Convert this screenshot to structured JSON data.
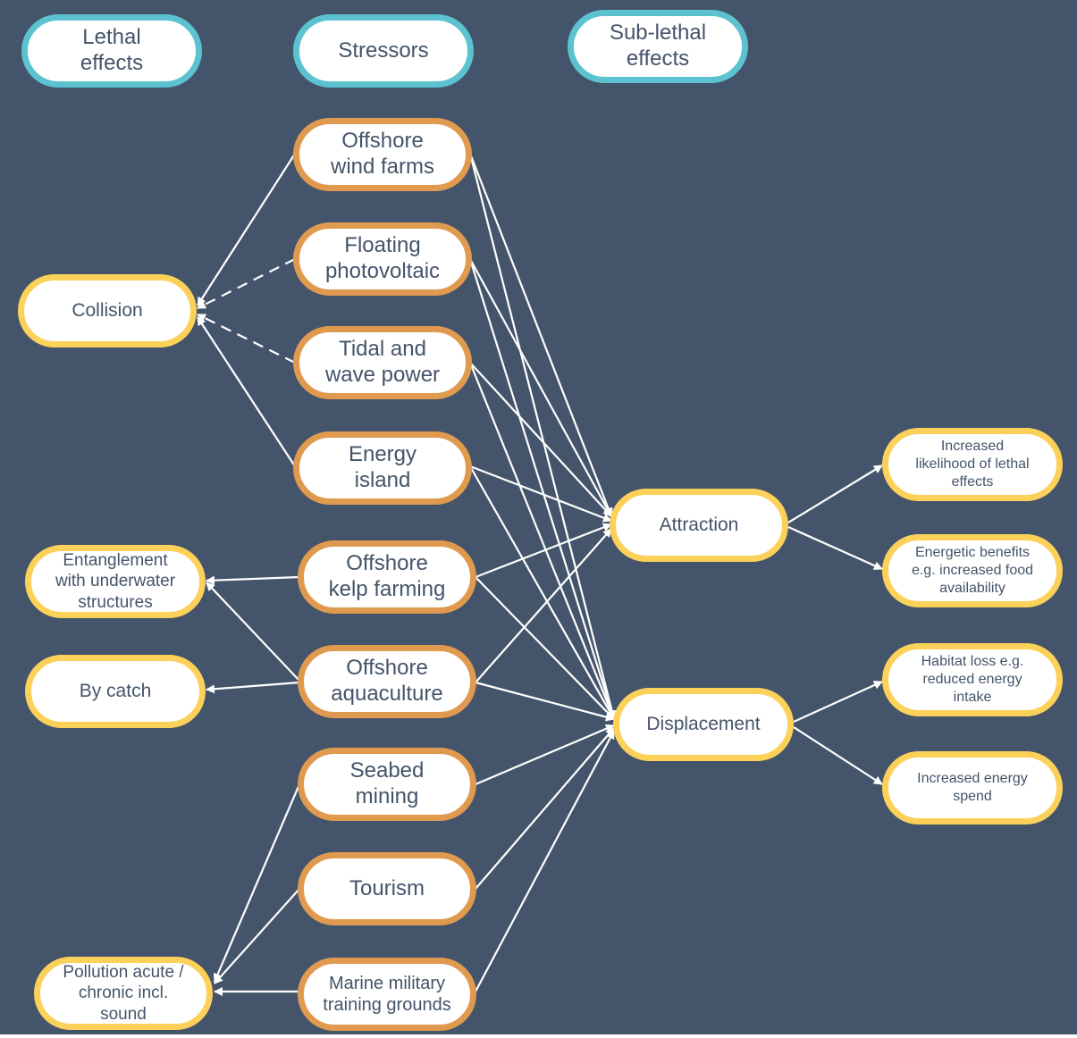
{
  "headers": {
    "lethal": "Lethal\neffects",
    "stressors": "Stressors",
    "sublethal": "Sub-lethal\neffects"
  },
  "stressors": {
    "wind": "Offshore\nwind farms",
    "pv": "Floating\nphotovoltaic",
    "tidal": "Tidal and\nwave power",
    "island": "Energy\nisland",
    "kelp": "Offshore\nkelp farming",
    "aqua": "Offshore\naquaculture",
    "mining": "Seabed\nmining",
    "tourism": "Tourism",
    "military": "Marine military\ntraining grounds"
  },
  "lethal_effects": {
    "collision": "Collision",
    "entanglement": "Entanglement\nwith underwater\nstructures",
    "bycatch": "By catch",
    "pollution": "Pollution acute /\nchronic incl.\nsound"
  },
  "sublethal_effects": {
    "attraction": "Attraction",
    "displacement": "Displacement"
  },
  "outcomes": {
    "lethal_likelihood": "Increased\nlikelihood of lethal\neffects",
    "energetic_benefits": "Energetic benefits\ne.g. increased food\navailability",
    "habitat_loss": "Habitat loss e.g.\nreduced energy\nintake",
    "energy_spend": "Increased energy\nspend"
  },
  "colors": {
    "background": "#44546a",
    "header_border": "#5cc2cf",
    "stressor_border": "#e09a50",
    "effect_border": "#fcd15a",
    "text": "#44546a",
    "arrow": "#ffffff"
  }
}
